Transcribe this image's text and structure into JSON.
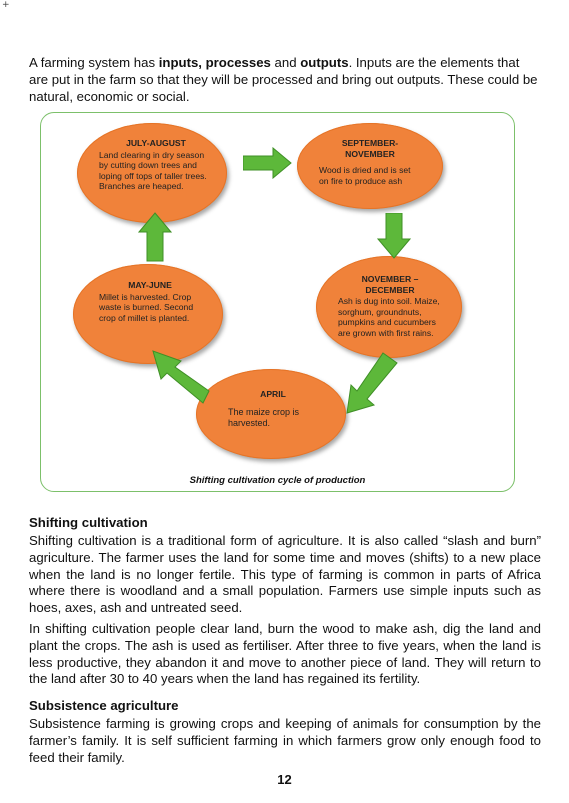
{
  "corner_mark": "+",
  "intro": {
    "p1": "A farming system has ",
    "b1": "inputs, processes",
    "p2": " and ",
    "b2": "outputs",
    "p3": ". Inputs are the elements that are put in the farm so that they will be processed and bring out outputs. These could be natural, economic or social."
  },
  "diagram": {
    "caption": "Shifting cultivation cycle of production",
    "nodes": [
      {
        "title": "JULY-AUGUST",
        "text": "Land clearing in dry season by cutting down trees and loping off tops of taller trees. Branches are heaped."
      },
      {
        "title": "SEPTEMBER- NOVEMBER",
        "text": "Wood is dried and is set on fire to produce ash"
      },
      {
        "title": "NOVEMBER – DECEMBER",
        "text": "Ash is dug into soil. Maize, sorghum, groundnuts, pumpkins and cucumbers are grown with first rains."
      },
      {
        "title": "APRIL",
        "text": "The maize crop is harvested."
      },
      {
        "title": "MAY-JUNE",
        "text": "Millet is harvested. Crop waste is burned. Second crop of millet is planted."
      }
    ],
    "arrow_color": "#5db83a",
    "node_color": "#f0823a"
  },
  "sections": [
    {
      "heading": "Shifting cultivation",
      "paragraphs": [
        "Shifting cultivation is a traditional form of agriculture. It is also called “slash and burn” agriculture. The farmer uses the land for some time and moves (shifts) to a new place when the land is no longer fertile. This type of farming is common in parts of Africa where there is woodland and a small population. Farmers use simple inputs such as hoes, axes, ash and untreated seed.",
        "In shifting cultivation people clear land, burn the wood to make ash, dig the land and plant the crops. The ash is used as fertiliser. After three to five years, when the land is less productive, they abandon it and move to another piece of land. They will return to the land after 30 to 40 years when the land has regained its fertility."
      ]
    },
    {
      "heading": "Subsistence agriculture",
      "paragraphs": [
        "Subsistence farming is growing crops and keeping of animals for consumption by the farmer’s family. It is self sufficient farming in which farmers grow only enough food to feed their family."
      ]
    }
  ],
  "page_number": "12"
}
